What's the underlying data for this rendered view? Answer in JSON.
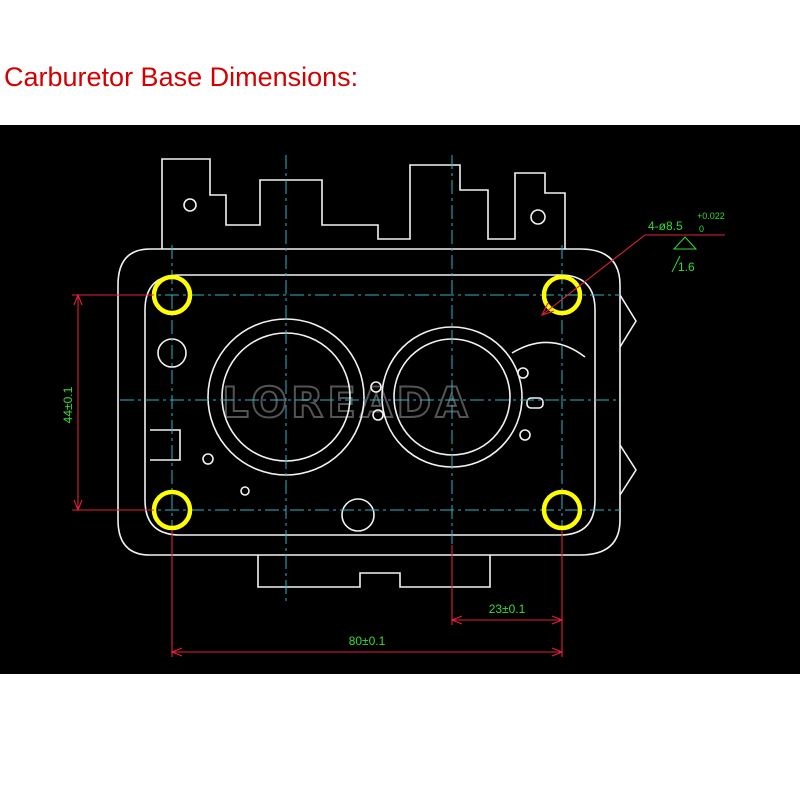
{
  "title": "Carburetor Base Dimensions:",
  "watermark": "LOREADA",
  "dimensions": {
    "vertical_spacing": "44±0.1",
    "horizontal_spacing": "80±0.1",
    "offset": "23±0.1",
    "hole_callout_main": "4-ø8.5",
    "hole_callout_tol_upper": "+0.022",
    "hole_callout_tol_lower": "0",
    "roughness": "1.6"
  },
  "colors": {
    "title": "#d40000",
    "background": "#000000",
    "outline": "#f2f2f2",
    "centerline": "#2fb5c8",
    "dimension_line": "#e0203a",
    "dimension_text": "#33dd33",
    "mounting_hole": "#ffff00"
  }
}
